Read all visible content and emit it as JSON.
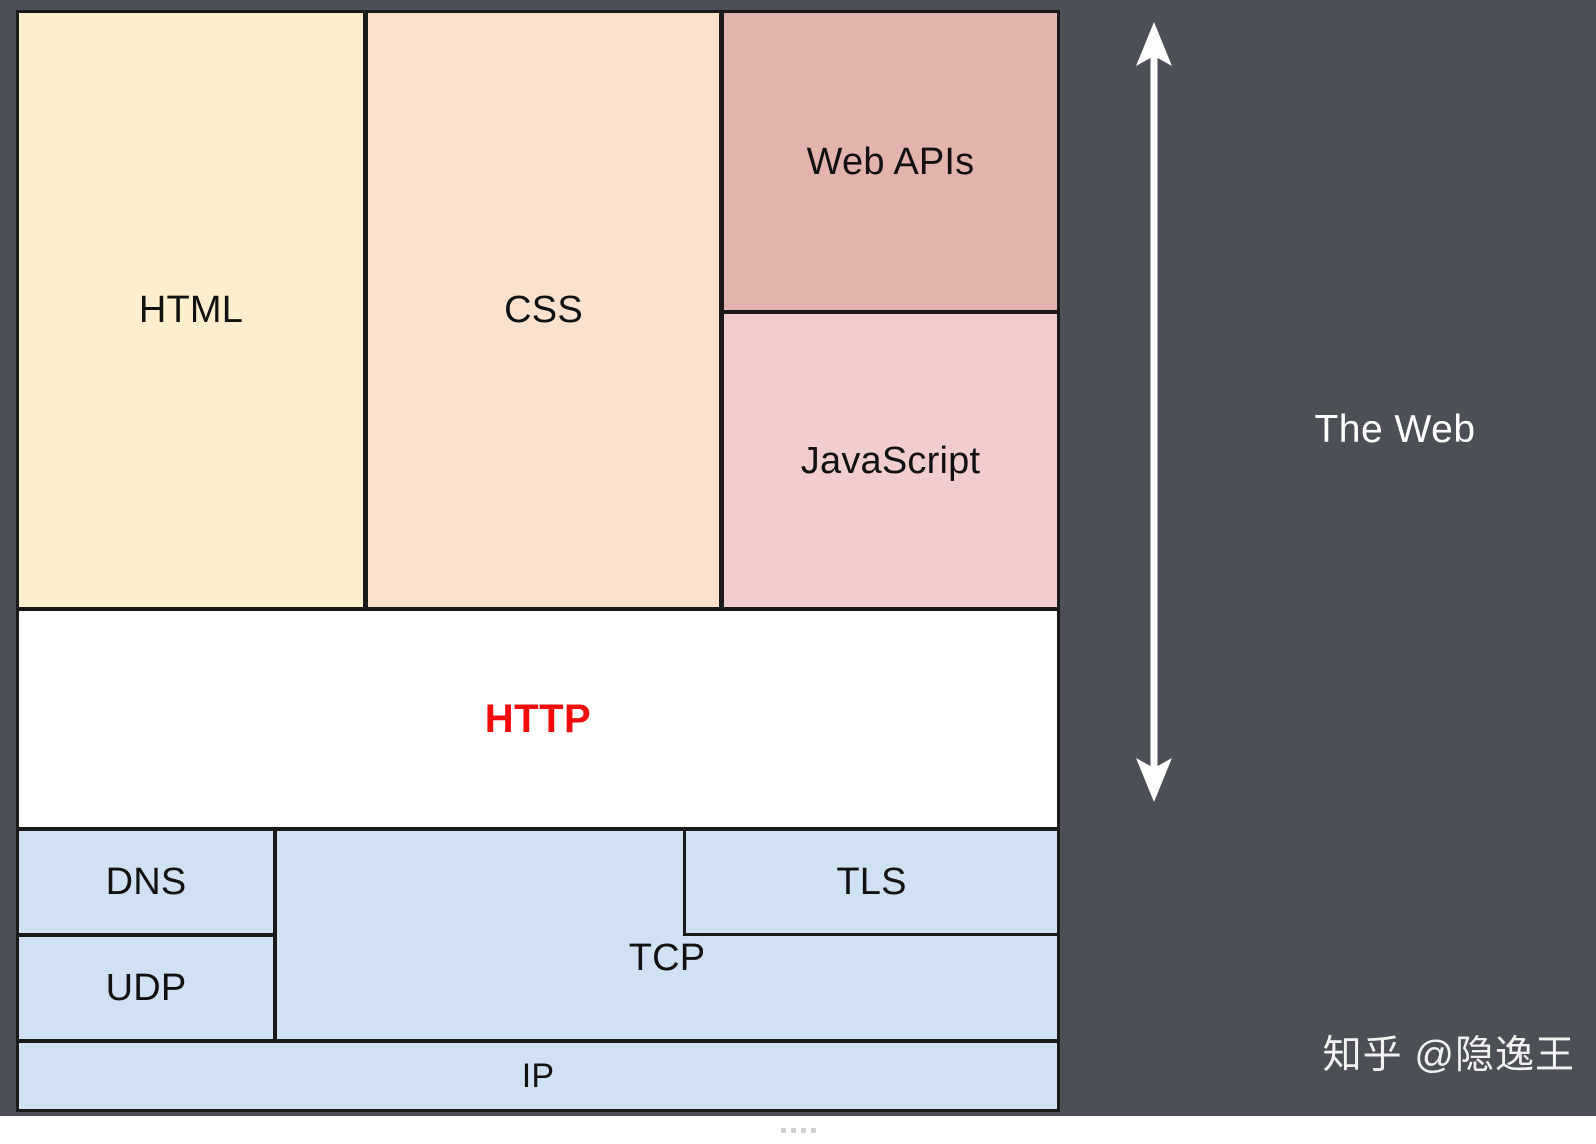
{
  "diagram": {
    "title_annotation": "The Web",
    "blocks": [
      {
        "id": "html",
        "label": "HTML",
        "color": "#fcefcd",
        "layer": "presentation"
      },
      {
        "id": "css",
        "label": "CSS",
        "color": "#fbe2ce",
        "layer": "presentation"
      },
      {
        "id": "web-apis",
        "label": "Web APIs",
        "color": "#e3b4ae",
        "layer": "presentation"
      },
      {
        "id": "js",
        "label": "JavaScript",
        "color": "#f2cdcd",
        "layer": "presentation"
      },
      {
        "id": "http",
        "label": "HTTP",
        "color": "#ffffff",
        "layer": "application"
      },
      {
        "id": "dns",
        "label": "DNS",
        "color": "#d0e1f3",
        "layer": "transport"
      },
      {
        "id": "udp",
        "label": "UDP",
        "color": "#d0e1f3",
        "layer": "transport"
      },
      {
        "id": "tcp",
        "label": "TCP",
        "color": "#d0e1f3",
        "layer": "transport"
      },
      {
        "id": "tls",
        "label": "TLS",
        "color": "#d0e1f3",
        "layer": "transport"
      },
      {
        "id": "ip",
        "label": "IP",
        "color": "#d0e1f3",
        "layer": "network"
      }
    ],
    "colors": {
      "background": "#4c4f55",
      "stroke": "#1a1a1a",
      "http_text": "#f30b0b",
      "annotation_text": "#ffffff",
      "html": "#fcefcd",
      "css": "#fbe2ce",
      "web_apis": "#e3b4ae",
      "javascript": "#f2cdcd",
      "http_fill": "#ffffff",
      "network_fill": "#d0e1f3"
    },
    "scope_arrow": {
      "name": "double-headed-vertical-arrow",
      "direction": "both",
      "color": "#ffffff"
    }
  },
  "watermark": {
    "text": "知乎 @隐逸王"
  }
}
